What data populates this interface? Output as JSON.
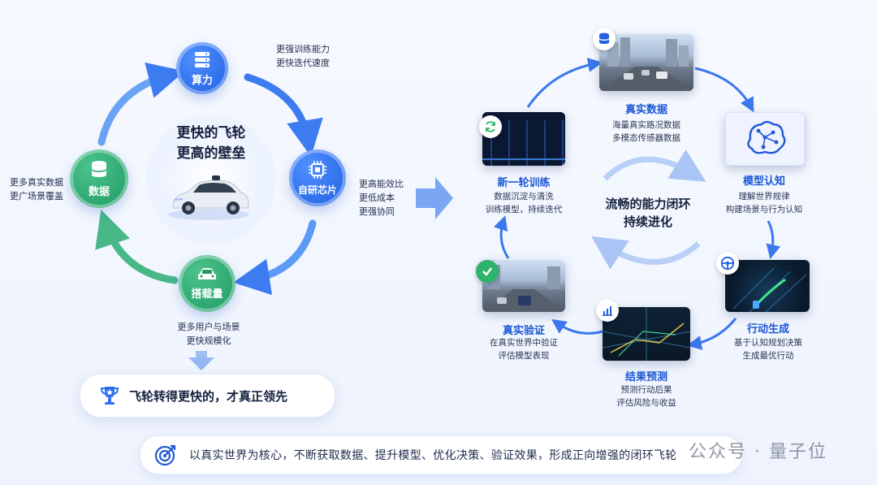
{
  "flywheel": {
    "center_line1": "更快的飞轮",
    "center_line2": "更高的壁垒",
    "nodes": {
      "compute": {
        "label": "算力",
        "notes": [
          "更强训练能力",
          "更快迭代速度"
        ]
      },
      "chip": {
        "label": "自研芯片",
        "notes": [
          "更高能效比",
          "更低成本",
          "更强协同"
        ]
      },
      "fleet": {
        "label": "搭载量",
        "notes": [
          "更多用户与场景",
          "更快规模化"
        ]
      },
      "data": {
        "label": "数据",
        "notes": [
          "更多真实数据",
          "更广场景覆盖"
        ]
      }
    },
    "banner": "飞轮转得更快的，才真正领先"
  },
  "loop": {
    "center_line1": "流畅的能力闭环",
    "center_line2": "持续进化",
    "stages": {
      "real_data": {
        "title": "真实数据",
        "desc": [
          "海量真实路况数据",
          "多模态传感器数据"
        ]
      },
      "model": {
        "title": "模型认知",
        "desc": [
          "理解世界规律",
          "构建场景与行为认知"
        ]
      },
      "action": {
        "title": "行动生成",
        "desc": [
          "基于认知规划决策",
          "生成最优行动"
        ]
      },
      "predict": {
        "title": "结果预测",
        "desc": [
          "预测行动后果",
          "评估风险与收益"
        ]
      },
      "verify": {
        "title": "真实验证",
        "desc": [
          "在真实世界中验证",
          "评估模型表现"
        ]
      },
      "retrain": {
        "title": "新一轮训练",
        "desc": [
          "数据沉淀与清洗",
          "训练模型，持续迭代"
        ]
      }
    }
  },
  "footer": "以真实世界为核心，不断获取数据、提升模型、优化决策、验证效果，形成正向增强的闭环飞轮",
  "watermark": "公众号 · 量子位",
  "colors": {
    "blue": "#1f5fe0",
    "green": "#1e9a63",
    "arrow_blue": "#3d7bf0",
    "arrow_green": "#48b889"
  }
}
